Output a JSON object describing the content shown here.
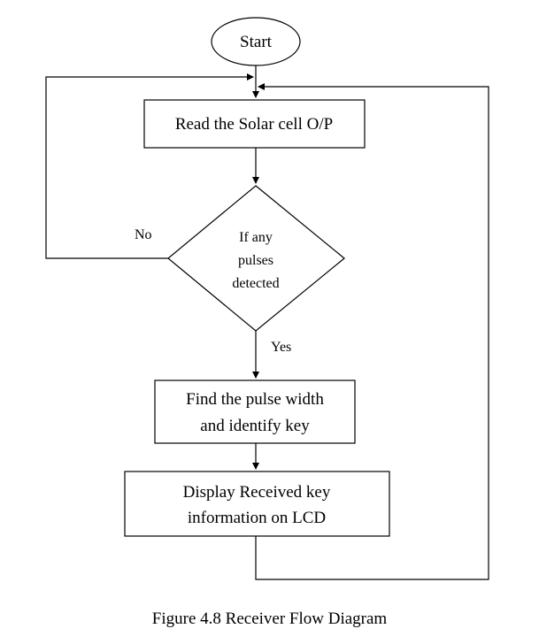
{
  "diagram": {
    "start": "Start",
    "read_box": "Read the Solar cell O/P",
    "decision": [
      "If any",
      "pulses",
      "detected"
    ],
    "no_label": "No",
    "yes_label": "Yes",
    "find_box": [
      "Find the pulse width",
      "and identify key"
    ],
    "display_box": [
      "Display Received key",
      "information on LCD"
    ]
  },
  "caption": "Figure 4.8 Receiver Flow Diagram"
}
